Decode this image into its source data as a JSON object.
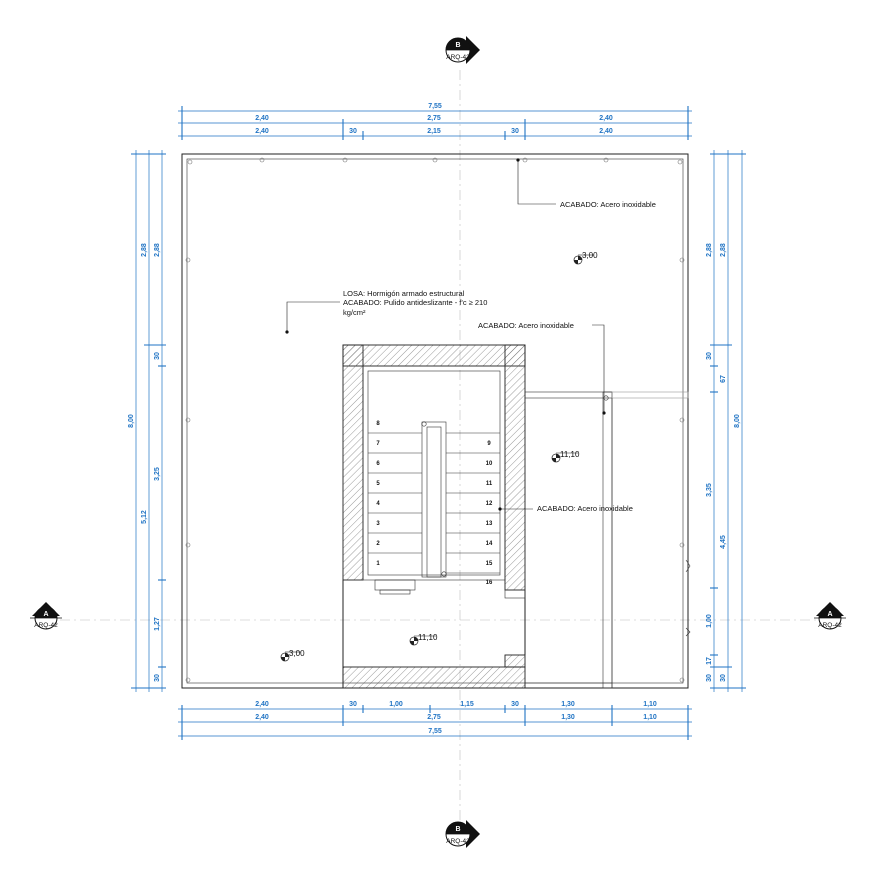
{
  "dimensions": {
    "top": {
      "total": "7,55",
      "middle": [
        "2,40",
        "2,75",
        "2,40"
      ],
      "detail": [
        "2,40",
        "30",
        "2,15",
        "30",
        "2,40"
      ]
    },
    "bottom": {
      "detail": [
        "2,40",
        "30",
        "1,00",
        "1,15",
        "30",
        "1,30",
        "1,10"
      ],
      "middle": [
        "2,40",
        "2,75",
        "1,30",
        "1,10"
      ],
      "total": "7,55"
    },
    "left": {
      "outer": "8,00",
      "middle": [
        "2,88",
        "5,12"
      ],
      "inner": [
        "2,88",
        "30",
        "3,25",
        "1,27",
        "30"
      ]
    },
    "right": {
      "inner": [
        "2,88",
        "30",
        "67",
        "3,35",
        "1,00",
        "17",
        "30"
      ],
      "middle": [
        "2,88",
        "4,45",
        "30"
      ],
      "outer": "8,00"
    }
  },
  "notes": {
    "acabado_top": "ACABADO: Acero inoxidable",
    "losa_line1": "LOSA: Hormigón armado estructural",
    "losa_line2": "ACABADO: Pulido antideslizante - f'c ≥ 210",
    "losa_line3": "kg/cm²",
    "acabado_mid": "ACABADO: Acero inoxidable",
    "acabado_stair": "ACABADO: Acero inoxidable"
  },
  "levels": {
    "upper_right": "3,00",
    "stair_right": "11,10",
    "lower_center": "11,10",
    "lower_left": "3,00"
  },
  "stairs": {
    "left_steps": [
      "8",
      "7",
      "6",
      "5",
      "4",
      "3",
      "2",
      "1"
    ],
    "right_steps": [
      "9",
      "10",
      "11",
      "12",
      "13",
      "14",
      "15",
      "16"
    ]
  },
  "section_markers": {
    "top": {
      "letter": "B",
      "sheet": "ARQ-42"
    },
    "bottom": {
      "letter": "B",
      "sheet": "ARQ-42"
    },
    "left": {
      "letter": "A",
      "sheet": "ARQ-42"
    },
    "right": {
      "letter": "A",
      "sheet": "ARQ-42"
    }
  },
  "colors": {
    "dimension": "#1f73c4",
    "lines": "#222222",
    "axis": "#bdbdbd"
  }
}
